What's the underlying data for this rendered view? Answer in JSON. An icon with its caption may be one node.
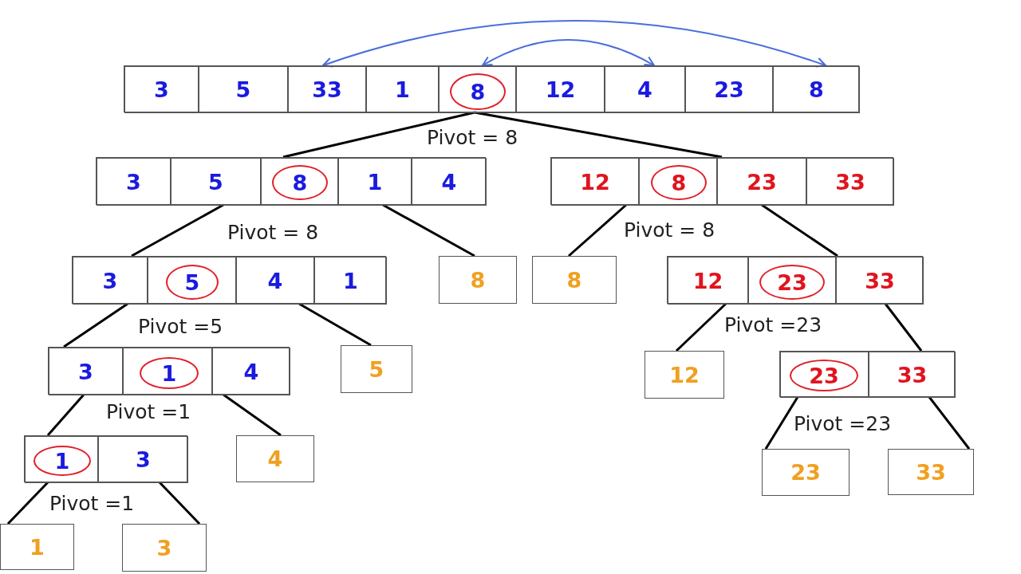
{
  "diagram": {
    "nodes": [
      {
        "text": [],
        "shape": "box"
      },
      {
        "text": [
          "3"
        ],
        "in": 0
      },
      {
        "text": [
          "5"
        ],
        "in": 0
      },
      {
        "text": [
          "33"
        ],
        "in": 0
      },
      {
        "text": [
          "1"
        ],
        "in": 0
      },
      {
        "text": [],
        "shape": "box",
        "in": 0
      },
      {
        "text": [
          "8"
        ],
        "in": 5
      },
      {
        "text": [
          "12"
        ],
        "in": 0
      },
      {
        "text": [
          "4"
        ],
        "in": 0
      },
      {
        "text": [
          "23"
        ],
        "in": 0
      },
      {
        "text": [
          "8"
        ],
        "in": 0
      },
      {
        "text": [],
        "shape": "box"
      },
      {
        "text": [
          "3"
        ],
        "in": 11
      },
      {
        "text": [
          "5"
        ],
        "in": 11
      },
      {
        "text": [],
        "shape": "box",
        "in": 11
      },
      {
        "text": [
          "8"
        ],
        "in": 14
      },
      {
        "text": [
          "1"
        ],
        "in": 11
      },
      {
        "text": [
          "4"
        ],
        "in": 11
      },
      {
        "text": [],
        "shape": "box"
      },
      {
        "text": [
          "12"
        ],
        "in": 18
      },
      {
        "text": [],
        "shape": "box",
        "in": 18
      },
      {
        "text": [
          "8"
        ],
        "in": 20
      },
      {
        "text": [
          "23"
        ],
        "in": 18
      },
      {
        "text": [
          "33"
        ],
        "in": 18
      },
      {
        "text": [],
        "shape": "box"
      },
      {
        "text": [
          "3"
        ],
        "in": 24
      },
      {
        "text": [],
        "shape": "box",
        "in": 24
      },
      {
        "text": [
          "5"
        ],
        "in": 26
      },
      {
        "text": [
          "4"
        ],
        "in": 24
      },
      {
        "text": [
          "1"
        ],
        "in": 24
      },
      {
        "text": [
          "8"
        ]
      },
      {
        "text": [
          "8"
        ]
      },
      {
        "text": [],
        "shape": "box"
      },
      {
        "text": [
          "12"
        ],
        "in": 32
      },
      {
        "text": [],
        "shape": "box",
        "in": 32
      },
      {
        "text": [
          "23"
        ],
        "in": 34
      },
      {
        "text": [
          "33"
        ],
        "in": 32
      },
      {
        "text": [],
        "shape": "box"
      },
      {
        "text": [
          "3"
        ],
        "in": 37
      },
      {
        "text": [],
        "shape": "box",
        "in": 37
      },
      {
        "text": [
          "1"
        ],
        "in": 39
      },
      {
        "text": [
          "4"
        ],
        "in": 37
      },
      {
        "text": [
          "5"
        ]
      },
      {
        "text": [
          "12"
        ]
      },
      {
        "text": [],
        "shape": "box"
      },
      {
        "text": [],
        "shape": "box",
        "in": 44
      },
      {
        "text": [
          "23"
        ],
        "in": 45
      },
      {
        "text": [
          "33"
        ],
        "in": 44
      },
      {
        "text": [],
        "shape": "box"
      },
      {
        "text": [],
        "shape": "box",
        "in": 48
      },
      {
        "text": [
          "1"
        ],
        "in": 49
      },
      {
        "text": [
          "3"
        ],
        "in": 48
      },
      {
        "text": [
          "4"
        ]
      },
      {
        "text": [
          "23"
        ]
      },
      {
        "text": [
          "33"
        ]
      },
      {
        "text": [
          "1"
        ]
      },
      {
        "text": [
          "3"
        ]
      }
    ],
    "edges": [
      {
        "from": 3,
        "to": 10,
        "arrow": "both",
        "color": "#4a6fdc"
      },
      {
        "from": 5,
        "to": 8,
        "arrow": "both",
        "color": "#4a6fdc"
      },
      {
        "from": 0,
        "to": 11,
        "arrow": "none"
      },
      {
        "from": 0,
        "to": 18,
        "arrow": "none"
      },
      {
        "from": 11,
        "to": 24,
        "arrow": "none"
      },
      {
        "from": 11,
        "to": 30,
        "arrow": "none"
      },
      {
        "from": 18,
        "to": 31,
        "arrow": "none"
      },
      {
        "from": 18,
        "to": 32,
        "arrow": "none"
      },
      {
        "from": 24,
        "to": 37,
        "arrow": "none"
      },
      {
        "from": 24,
        "to": 42,
        "arrow": "none"
      },
      {
        "from": 32,
        "to": 43,
        "arrow": "none"
      },
      {
        "from": 32,
        "to": 44,
        "arrow": "none"
      },
      {
        "from": 37,
        "to": 48,
        "arrow": "none"
      },
      {
        "from": 37,
        "to": 52,
        "arrow": "none"
      },
      {
        "from": 44,
        "to": 53,
        "arrow": "none"
      },
      {
        "from": 44,
        "to": 54,
        "arrow": "none"
      },
      {
        "from": 48,
        "to": 55,
        "arrow": "none"
      },
      {
        "from": 48,
        "to": 56,
        "arrow": "none"
      }
    ],
    "labels": [
      "Pivot = 8",
      "Pivot = 8",
      "Pivot = 8",
      "Pivot =5",
      "Pivot =23",
      "Pivot =1",
      "Pivot =23",
      "Pivot =1"
    ]
  }
}
